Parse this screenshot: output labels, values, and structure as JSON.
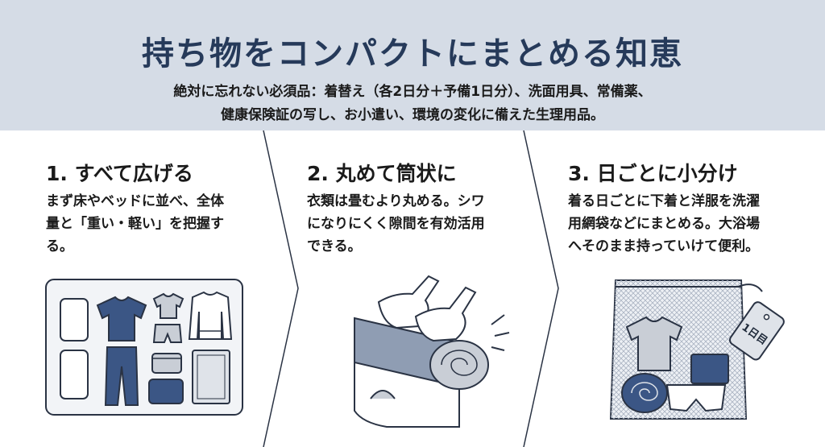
{
  "header": {
    "title": "持ち物をコンパクトにまとめる知恵",
    "subtitle_line1": "絶対に忘れない必須品：着替え（各2日分＋予備1日分）、洗面用具、常備薬、",
    "subtitle_line2": "健康保険証の写し、お小遣い、環境の変化に備えた生理用品。"
  },
  "steps": [
    {
      "title": "1. すべて広げる",
      "text_line1": "まず床やベッドに並べ、全体",
      "text_line2": "量と「重い・軽い」を把握す",
      "text_line3": "る。"
    },
    {
      "title": "2. 丸めて筒状に",
      "text_line1": "衣類は畳むより丸める。シワ",
      "text_line2": "になりにくく隙間を有効活用",
      "text_line3": "できる。"
    },
    {
      "title": "3. 日ごとに小分け",
      "text_line1": "着る日ごとに下着と洋服を洗濯",
      "text_line2": "用網袋などにまとめる。大浴場",
      "text_line3": "へそのまま持っていけて便利。"
    }
  ],
  "illustrations": {
    "tag_label": "1日目"
  },
  "colors": {
    "header_bg": "#d5dce6",
    "title": "#263a5a",
    "navy": "#3b5685",
    "light_gray": "#c9ced6",
    "outline": "#2a3344"
  }
}
